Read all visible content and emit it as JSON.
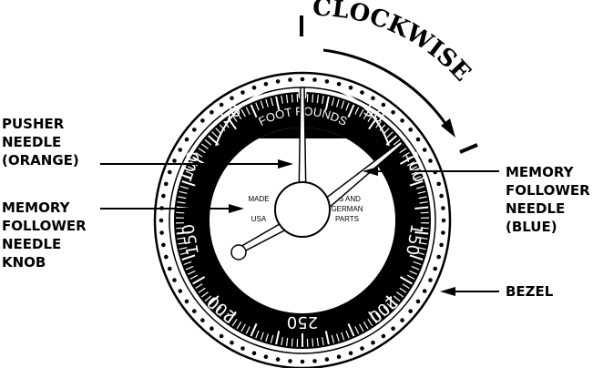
{
  "curved_text": {
    "clockwise": "CLOCKWISE",
    "foot_pounds": "FOOT POUNDS"
  },
  "dial": {
    "numbers": [
      "0",
      "50",
      "50",
      "100",
      "100",
      "150",
      "150",
      "200",
      "200",
      "250"
    ],
    "made_usa": [
      "MADE",
      "USA"
    ],
    "parts": [
      "US AND",
      "GERMAN",
      "PARTS"
    ]
  },
  "callouts": {
    "pusher_needle": [
      "PUSHER",
      "NEEDLE",
      "(ORANGE)"
    ],
    "memory_knob": [
      "MEMORY",
      "FOLLOWER",
      "NEEDLE",
      "KNOB"
    ],
    "memory_needle": [
      "MEMORY",
      "FOLLOWER",
      "NEEDLE",
      "(BLUE)"
    ],
    "bezel": "BEZEL"
  }
}
